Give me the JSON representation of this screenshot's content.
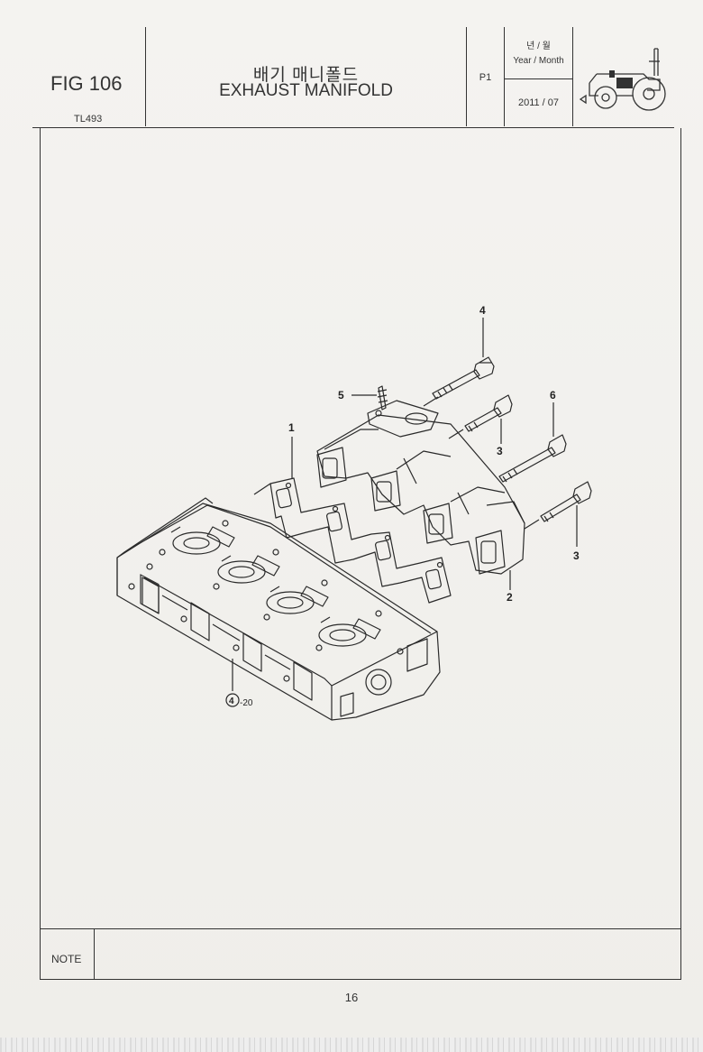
{
  "header": {
    "figure_number": "FIG 106",
    "model_code": "TL493",
    "title_korean": "배기 매니폴드",
    "title_english": "EXHAUST MANIFOLD",
    "page_code": "P1",
    "date_label_korean": "년 / 월",
    "date_label_english": "Year / Month",
    "date_value": "2011 / 07",
    "logo_icon": "tractor-icon"
  },
  "diagram": {
    "callouts": {
      "c1": "1",
      "c2": "2",
      "c3a": "3",
      "c3b": "3",
      "c4a": "4",
      "c4b": "4",
      "c4b_suffix": "-20",
      "c5": "5",
      "c6": "6"
    }
  },
  "note": {
    "label": "NOTE",
    "text": ""
  },
  "footer": {
    "page_number": "16"
  }
}
